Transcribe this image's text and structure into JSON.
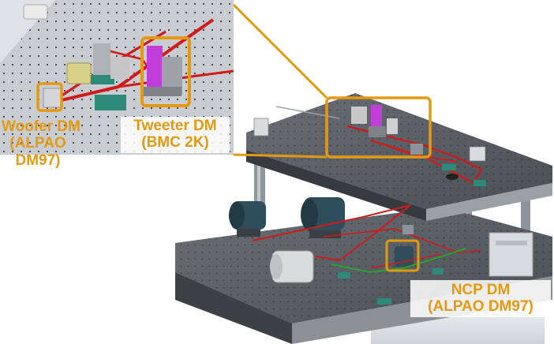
{
  "labels": {
    "woofer": {
      "line1": "Woofer DM",
      "line2": "(ALPAO",
      "line3": "DM97)"
    },
    "tweeter": {
      "line1": "Tweeter DM",
      "line2": "(BMC 2K)"
    },
    "ncp": {
      "line1": "NCP DM",
      "line2": "(ALPAO DM97)"
    }
  },
  "colors": {
    "highlight": "#e39a10",
    "beam_red": "#d11a1a",
    "beam_green": "#1fb21f",
    "table": "#50555c",
    "mount_green": "#2e8a78",
    "tweeter_purple": "#c13fd8"
  }
}
